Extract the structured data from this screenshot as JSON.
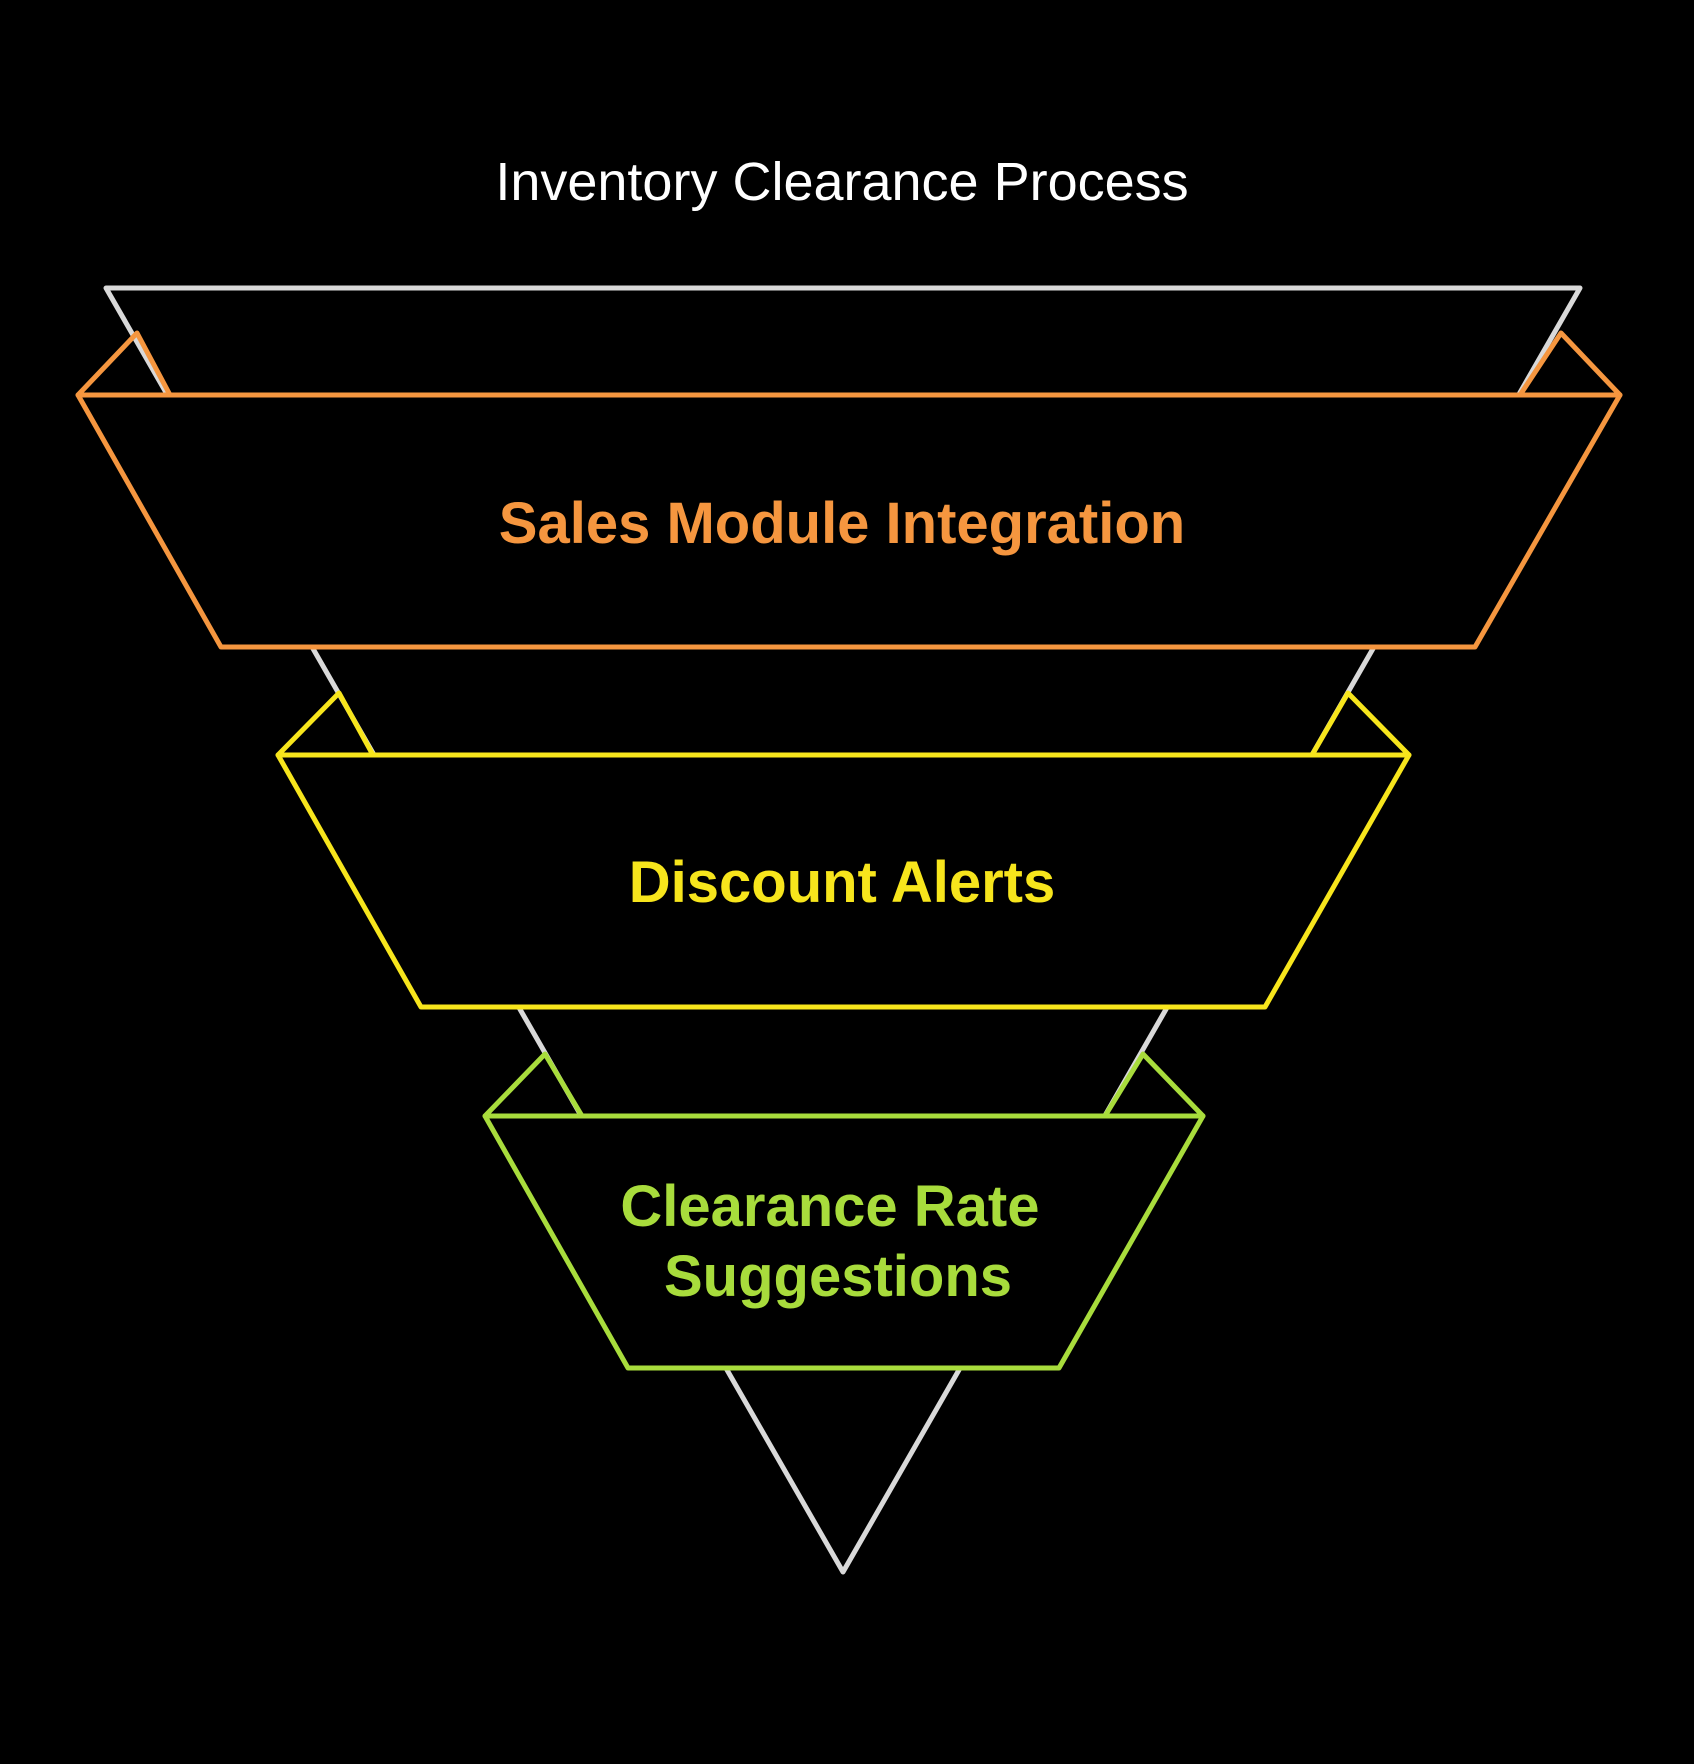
{
  "diagram": {
    "title": "Inventory Clearance Process",
    "funnel_outline_color": "#d9d9d9",
    "stages": [
      {
        "lines": [
          "Sales Module Integration"
        ],
        "color": "#f5963f"
      },
      {
        "lines": [
          "Discount Alerts"
        ],
        "color": "#f7e51c"
      },
      {
        "lines": [
          "Clearance Rate",
          "Suggestions"
        ],
        "color": "#a8dc3c"
      }
    ]
  }
}
